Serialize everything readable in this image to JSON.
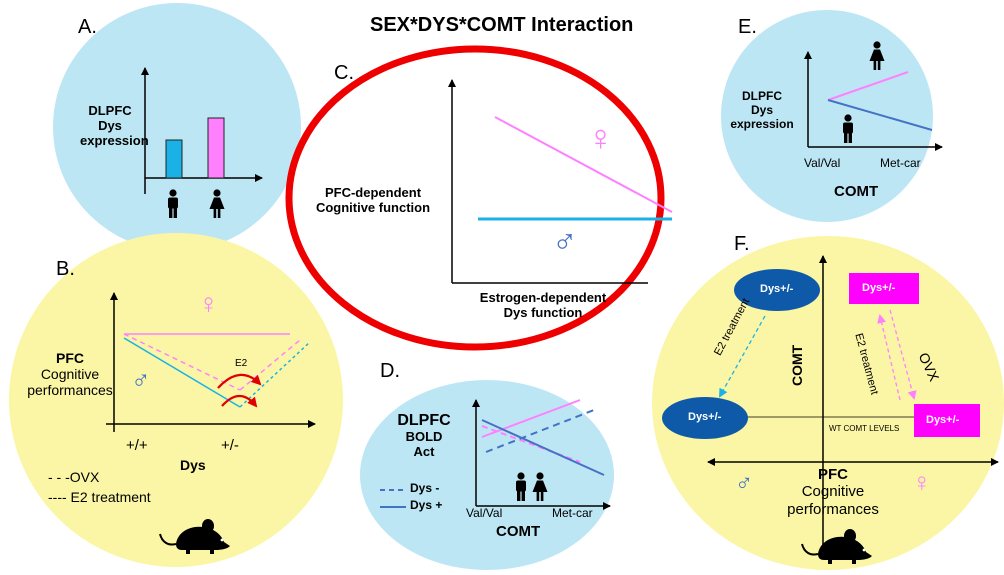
{
  "title": "SEX*DYS*COMT Interaction",
  "colors": {
    "light_blue": "#bde6f5",
    "yellow": "#fbf6a5",
    "pink": "#ff80ff",
    "cyan": "#1ab2e6",
    "blue": "#4472c4",
    "red": "#ee0000",
    "dark_blue": "#0e5aa8",
    "magenta": "#ff00ff"
  },
  "panelA": {
    "letter": "A.",
    "ylabel": [
      "DLPFC",
      "Dys",
      "expression"
    ],
    "icons": [
      "male-icon",
      "female-icon"
    ]
  },
  "panelB": {
    "letter": "B.",
    "ylabel": [
      "PFC",
      "Cognitive",
      "performances"
    ],
    "xlabel": "Dys",
    "ticks": [
      "+/+",
      "+/-"
    ],
    "arrow_label": "E2",
    "legend": [
      "- - -OVX",
      "---- E2 treatment"
    ],
    "female_symbol": "♀",
    "male_symbol": "♂"
  },
  "panelC": {
    "letter": "C.",
    "ylabel": [
      "PFC-dependent",
      "Cognitive function"
    ],
    "xlabel": [
      "Estrogen-dependent",
      "Dys function"
    ],
    "female_symbol": "♀",
    "male_symbol": "♂"
  },
  "panelD": {
    "letter": "D.",
    "ylabel": [
      "DLPFC",
      "BOLD",
      "Act"
    ],
    "xlabel": "COMT",
    "ticks": [
      "Val/Val",
      "Met-car"
    ],
    "legend": [
      "Dys -",
      "Dys +"
    ]
  },
  "panelE": {
    "letter": "E.",
    "ylabel": [
      "DLPFC",
      "Dys",
      "expression"
    ],
    "xlabel": "COMT",
    "ticks": [
      "Val/Val",
      "Met-car"
    ]
  },
  "panelF": {
    "letter": "F.",
    "yaxis": "COMT",
    "xaxis": [
      "PFC",
      "Cognitive",
      "performances"
    ],
    "boxes": [
      "Dys+/-",
      "Dys+/-",
      "Dys+/-",
      "Dys+/-"
    ],
    "arrow_labels": [
      "E2 treatment",
      "E2 treatment",
      "OVX"
    ],
    "wt_label": "WT COMT LEVELS",
    "female_symbol": "♀",
    "male_symbol": "♂"
  }
}
